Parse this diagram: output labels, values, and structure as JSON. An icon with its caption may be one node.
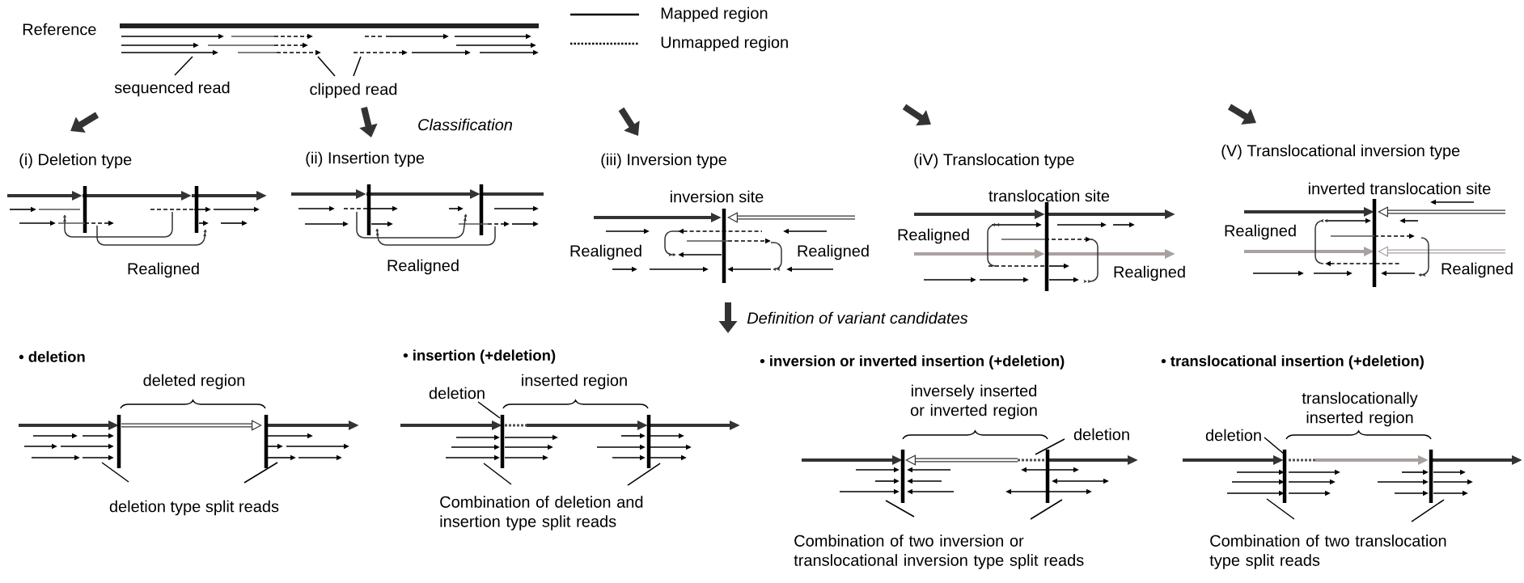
{
  "diagram": {
    "nodes": [
      {
        "text": [
          "sequenced read"
        ]
      },
      {
        "text": [
          "clipped read"
        ]
      },
      {
        "text": [
          "deletion type split reads"
        ]
      },
      {
        "text": [
          "Combination of deletion and insertion type split reads"
        ]
      },
      {
        "text": [
          "deletion"
        ]
      },
      {
        "text": [
          "Combination of two inversion or translocational inversion type split reads"
        ]
      },
      {
        "text": [
          "deletion"
        ]
      },
      {
        "text": [
          "Combination of two translocation type split reads"
        ]
      },
      {
        "text": [
          "deletion"
        ]
      },
      {
        "text": [],
        "shape": "picture"
      },
      {
        "text": [],
        "shape": "picture"
      },
      {
        "text": [],
        "shape": "picture"
      },
      {
        "text": [],
        "shape": "picture"
      },
      {
        "text": [],
        "shape": "picture"
      }
    ],
    "edges": [
      {
        "from": 0,
        "to": 9,
        "arrow": "none"
      },
      {
        "from": 1,
        "to": 9,
        "arrow": "none"
      },
      {
        "from": 1,
        "to": 9,
        "arrow": "none"
      },
      {
        "from": 2,
        "to": 10,
        "arrow": "none"
      },
      {
        "from": 2,
        "to": 10,
        "arrow": "none"
      },
      {
        "from": 3,
        "to": 11,
        "arrow": "none"
      },
      {
        "from": 3,
        "to": 11,
        "arrow": "none"
      },
      {
        "from": 4,
        "to": 11,
        "arrow": "none"
      },
      {
        "from": 5,
        "to": 12,
        "arrow": "none"
      },
      {
        "from": 5,
        "to": 12,
        "arrow": "none"
      },
      {
        "from": 6,
        "to": 12,
        "arrow": "none"
      },
      {
        "from": 7,
        "to": 13,
        "arrow": "none"
      },
      {
        "from": 7,
        "to": 13,
        "arrow": "none"
      },
      {
        "from": 8,
        "to": 13,
        "arrow": "none"
      }
    ],
    "labels": [
      "Reference",
      "Classification",
      "(i) Deletion type",
      "(ii) Insertion type",
      "(iii) Inversion type",
      "(iV) Translocation type",
      "(V) Translocational inversion type",
      "inversion site",
      "translocation site",
      "inverted translocation site",
      "Realigned",
      "Realigned",
      "Realigned",
      "Realigned",
      "Realigned",
      "Realigned",
      "Realigned",
      "Realigned",
      "Definition of variant candidates",
      "• deletion",
      "• insertion (+deletion)",
      "• inversion or inverted insertion (+deletion)",
      "• translocational insertion (+deletion)",
      "deleted region",
      "inserted region",
      "inversely inserted or inverted region",
      "translocationally inserted region"
    ],
    "legend": [
      {
        "text": "Mapped region"
      },
      {
        "text": "Unmapped region"
      }
    ]
  }
}
